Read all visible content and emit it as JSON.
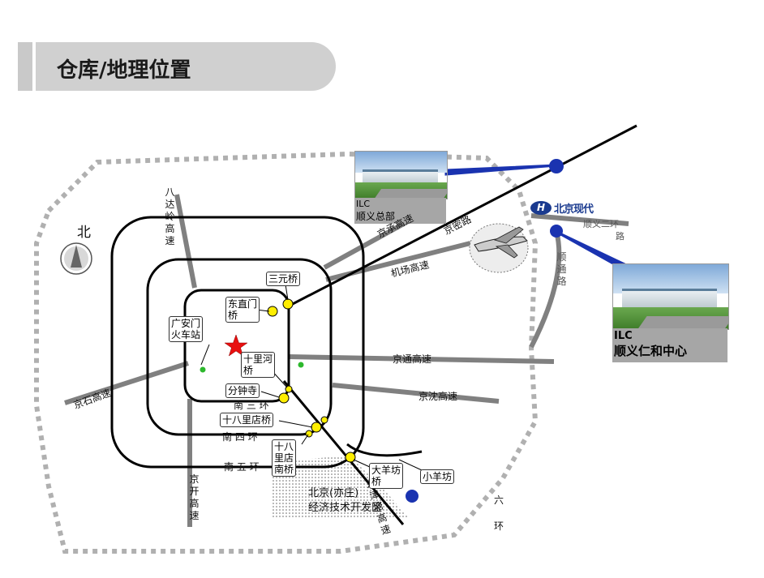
{
  "header": {
    "title": "仓库/地理位置"
  },
  "map": {
    "north": "北",
    "hq": {
      "code": "ILC",
      "name": "顺义总部"
    },
    "center": {
      "code": "ILC",
      "name": "顺义仁和中心"
    },
    "brand": {
      "mark": "H",
      "name": "北京现代"
    },
    "roads": {
      "badaling_1": "八",
      "badaling_2": "达",
      "badaling_3": "岭",
      "badaling_4": "高",
      "badaling_5": "速",
      "jingcheng": "京承高速",
      "jingmi": "京密路",
      "airport": "机场高速",
      "jingtong": "京通高速",
      "jingshen": "京沈高速",
      "jingshi": "京石高速",
      "shunyi_ring": "顺义二环",
      "shunyi_ring_tail": "路",
      "shuntong_1": "顺",
      "shuntong_2": "通",
      "shuntong_3": "路",
      "jingkai_1": "京",
      "jingkai_2": "开",
      "jingkai_3": "高",
      "jingkai_4": "速",
      "jingjin_1": "京",
      "jingjin_2": "津",
      "jingjin_3": "塘",
      "jingjin_4": "高",
      "jingjin_5": "速",
      "ring6_1": "六",
      "ring6_2": "环",
      "s3": "南 三 环",
      "s4": "南 四 环",
      "s5": "南 五 环"
    },
    "bridges": {
      "sanyuan": "三元桥",
      "dongzhimen": "东直门\n桥",
      "guanganmen": "广安门\n火车站",
      "shilihe": "十里河\n桥",
      "fenzhongsi": "分钟寺",
      "shibalidian": "十八里店桥",
      "shibalidian_south": "十八\n里店\n南桥",
      "dayangfang": "大羊坊\n桥",
      "xiaoyangfang": "小羊坊"
    },
    "zone": {
      "line1": "北京(亦庄)",
      "line2": "经济技术开发区"
    }
  }
}
